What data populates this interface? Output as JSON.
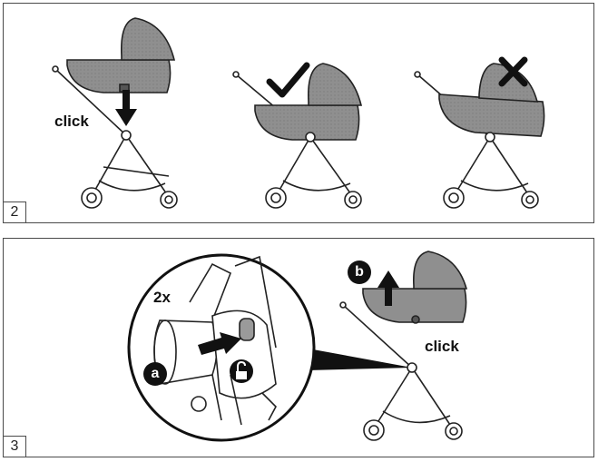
{
  "panels": [
    {
      "step": "2",
      "click_label": "click"
    },
    {
      "step": "3",
      "click_label": "click",
      "count_label": "2x",
      "badge_a": "a",
      "badge_b": "b"
    }
  ],
  "icons": [
    "check-icon",
    "cross-icon",
    "unlock-icon",
    "arrow-down-icon",
    "arrow-up-icon",
    "arrow-right-icon"
  ]
}
